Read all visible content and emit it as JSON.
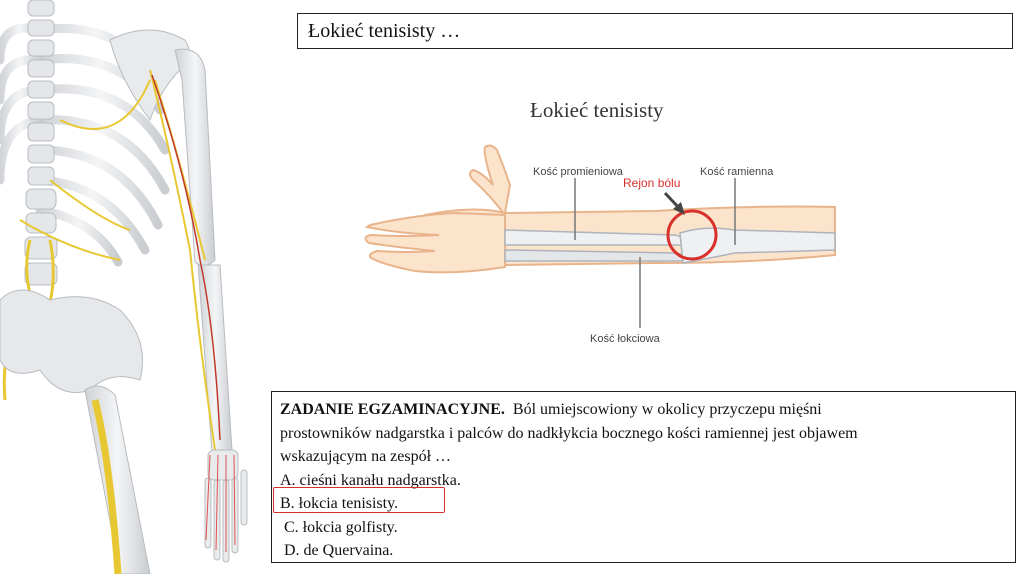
{
  "slide": {
    "title": "Łokieć tenisisty …"
  },
  "diagram": {
    "heading": "Łokieć tenisisty",
    "labels": {
      "radius": "Kość promieniowa",
      "pain_region": "Rejon bólu",
      "humerus": "Kość ramienna",
      "ulna": "Kość łokciowa"
    }
  },
  "task": {
    "heading": "ZADANIE EGZAMINACYJNE.",
    "question_line1": "Ból umiejscowiony w okolicy przyczepu mięśni",
    "question_line2": "prostowników nadgarstka i palców do nadkłykcia bocznego kości ramiennej jest objawem",
    "question_line3": "wskazującym na zespół …",
    "options": [
      "A. cieśni kanału nadgarstka.",
      "B. łokcia tenisisty.",
      " C. łokcia golfisty.",
      " D. de Quervaina."
    ]
  },
  "colors": {
    "highlight": "#d9302c",
    "nerve": "#e8c832",
    "bone": "#e9eaec"
  }
}
